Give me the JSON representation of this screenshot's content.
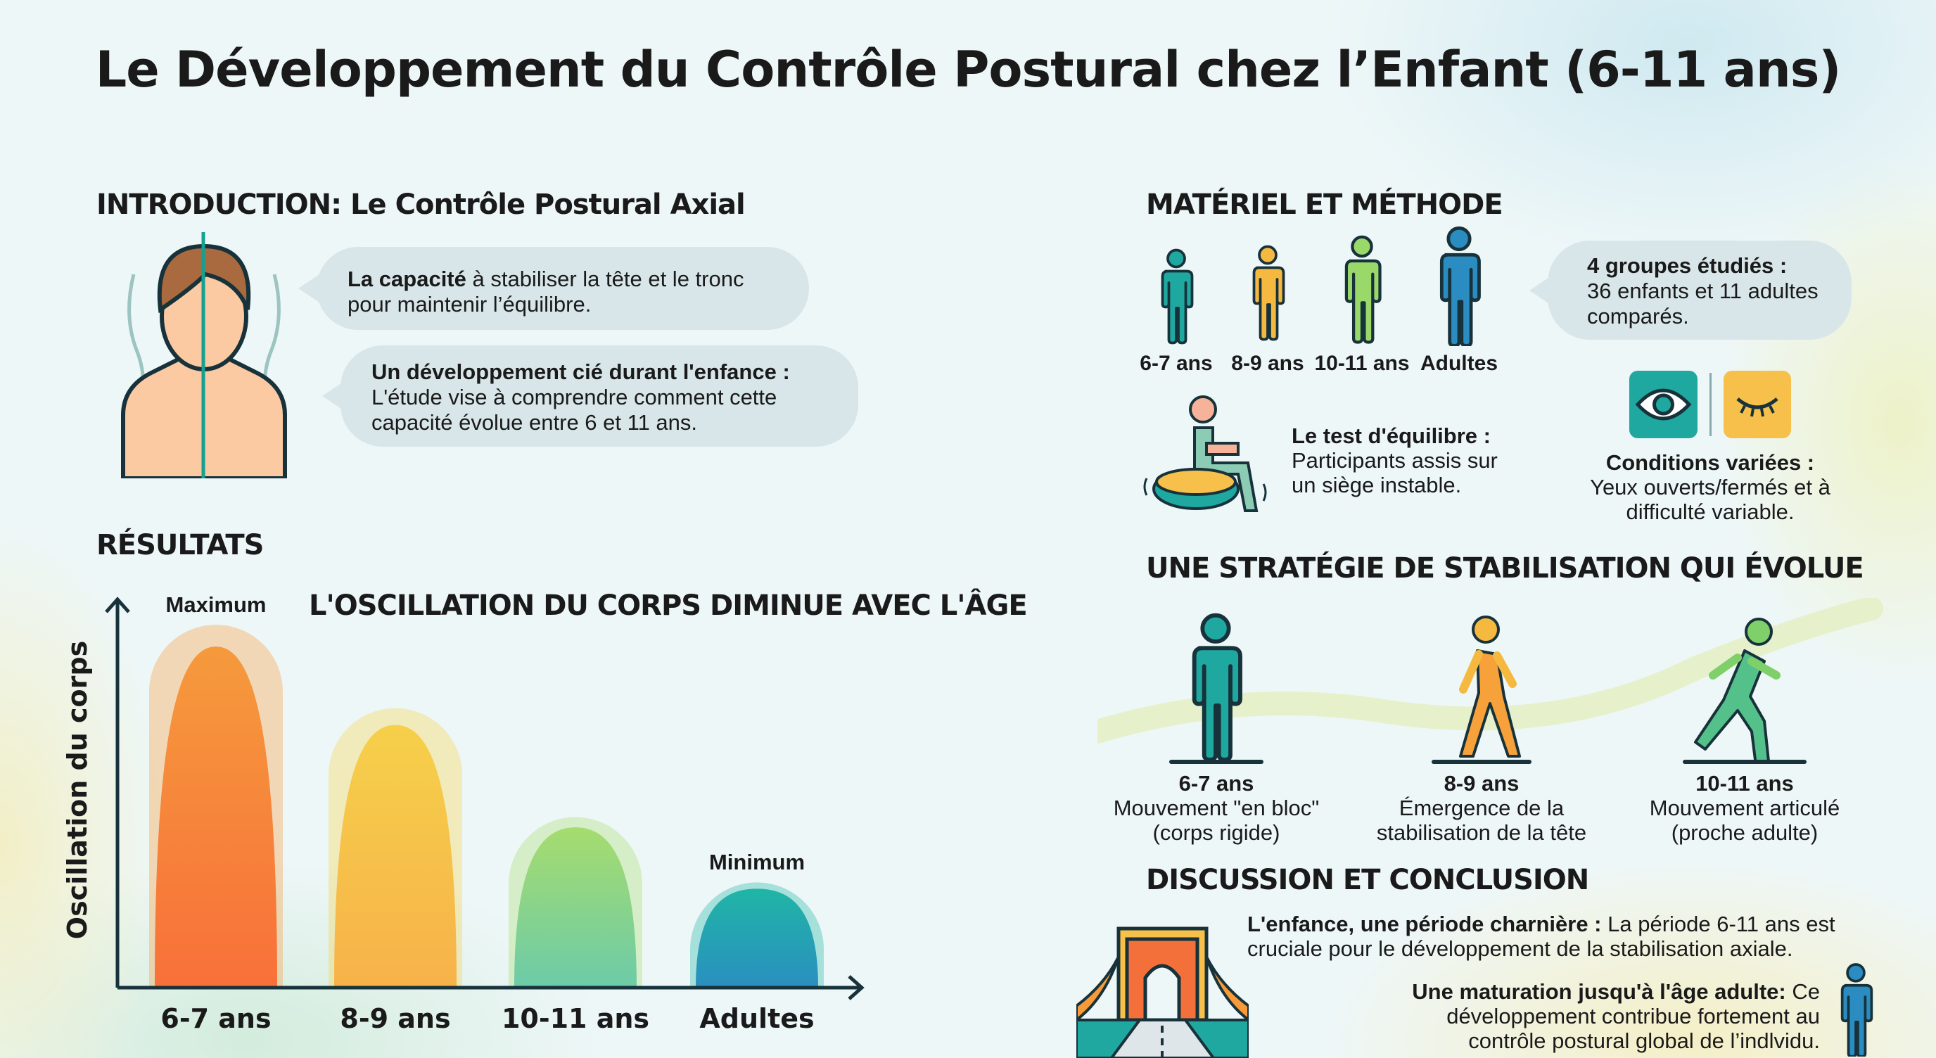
{
  "title": "Le Développement du Contrôle Postural chez l’Enfant (6-11 ans)",
  "introduction": {
    "heading": "INTRODUCTION: Le Contrôle Postural Axial",
    "bubble1_bold": "La capacité",
    "bubble1_text": " à stabiliser la tête et le tronc pour maintenir l’équilibre.",
    "bubble2_bold": "Un développement cié durant l'enfance :",
    "bubble2_text": "L'étude vise à comprendre comment cette capacité évolue entre 6 et 11 ans."
  },
  "results": {
    "heading": "RÉSULTATS",
    "max_label": "Maximum",
    "min_label": "Minimum"
  },
  "chart_data": {
    "type": "bar",
    "title": "L'OSCILLATION DU CORPS DIMINUE AVEC L'ÂGE",
    "ylabel": "Oscillation du corps",
    "xlabel": "",
    "categories": [
      "6-7 ans",
      "8-9 ans",
      "10-11 ans",
      "Adultes"
    ],
    "values": [
      100,
      77,
      47,
      29
    ],
    "ylim": [
      0,
      107
    ],
    "colors": [
      [
        "#f8703a",
        "#f59a3c"
      ],
      [
        "#f7b24a",
        "#f6d04a"
      ],
      [
        "#6ccba8",
        "#a6dc6e"
      ],
      [
        "#2a8fc0",
        "#20b5a6"
      ]
    ],
    "grid": false
  },
  "methods": {
    "heading": "MATÉRIEL ET MÉTHODE",
    "groups": [
      {
        "label": "6-7 ans",
        "color": "#1fa8a0"
      },
      {
        "label": "8-9 ans",
        "color": "#f6b940"
      },
      {
        "label": "10-11 ans",
        "color": "#9ad86a"
      },
      {
        "label": "Adultes",
        "color": "#2a8cc0"
      }
    ],
    "groups_bold": "4 groupes étudiés :",
    "groups_text": "36 enfants et 11 adultes comparés.",
    "test_bold": "Le test d'équilibre :",
    "test_text": "Participants assis sur un siège instable.",
    "conditions_bold": "Conditions variées :",
    "conditions_text": "Yeux ouverts/fermés et à difficulté variable."
  },
  "strategy": {
    "heading": "UNE STRATÉGIE DE STABILISATION QUI ÉVOLUE",
    "stages": [
      {
        "age": "6-7 ans",
        "line1": "Mouvement \"en bloc\"",
        "line2": "(corps rigide)",
        "color": "#1fa8a0"
      },
      {
        "age": "8-9 ans",
        "line1": "Émergence de la",
        "line2": "stabilisation de la tête",
        "color": "#f6b940"
      },
      {
        "age": "10-11 ans",
        "line1": "Mouvement articulé",
        "line2": "(proche adulte)",
        "color": "#7fd06a"
      }
    ]
  },
  "discussion": {
    "heading": "DISCUSSION ET CONCLUSION",
    "p1_bold": "L'enfance, une période charnière :",
    "p1_text": " La période 6-11 ans est cruciale pour le développement de la stabilisation axiale.",
    "p2_bold": "Une maturation jusqu'à l'âge adulte:",
    "p2_text": " Ce développement contribue fortement au contrôle postural global de l’indlvidu."
  }
}
